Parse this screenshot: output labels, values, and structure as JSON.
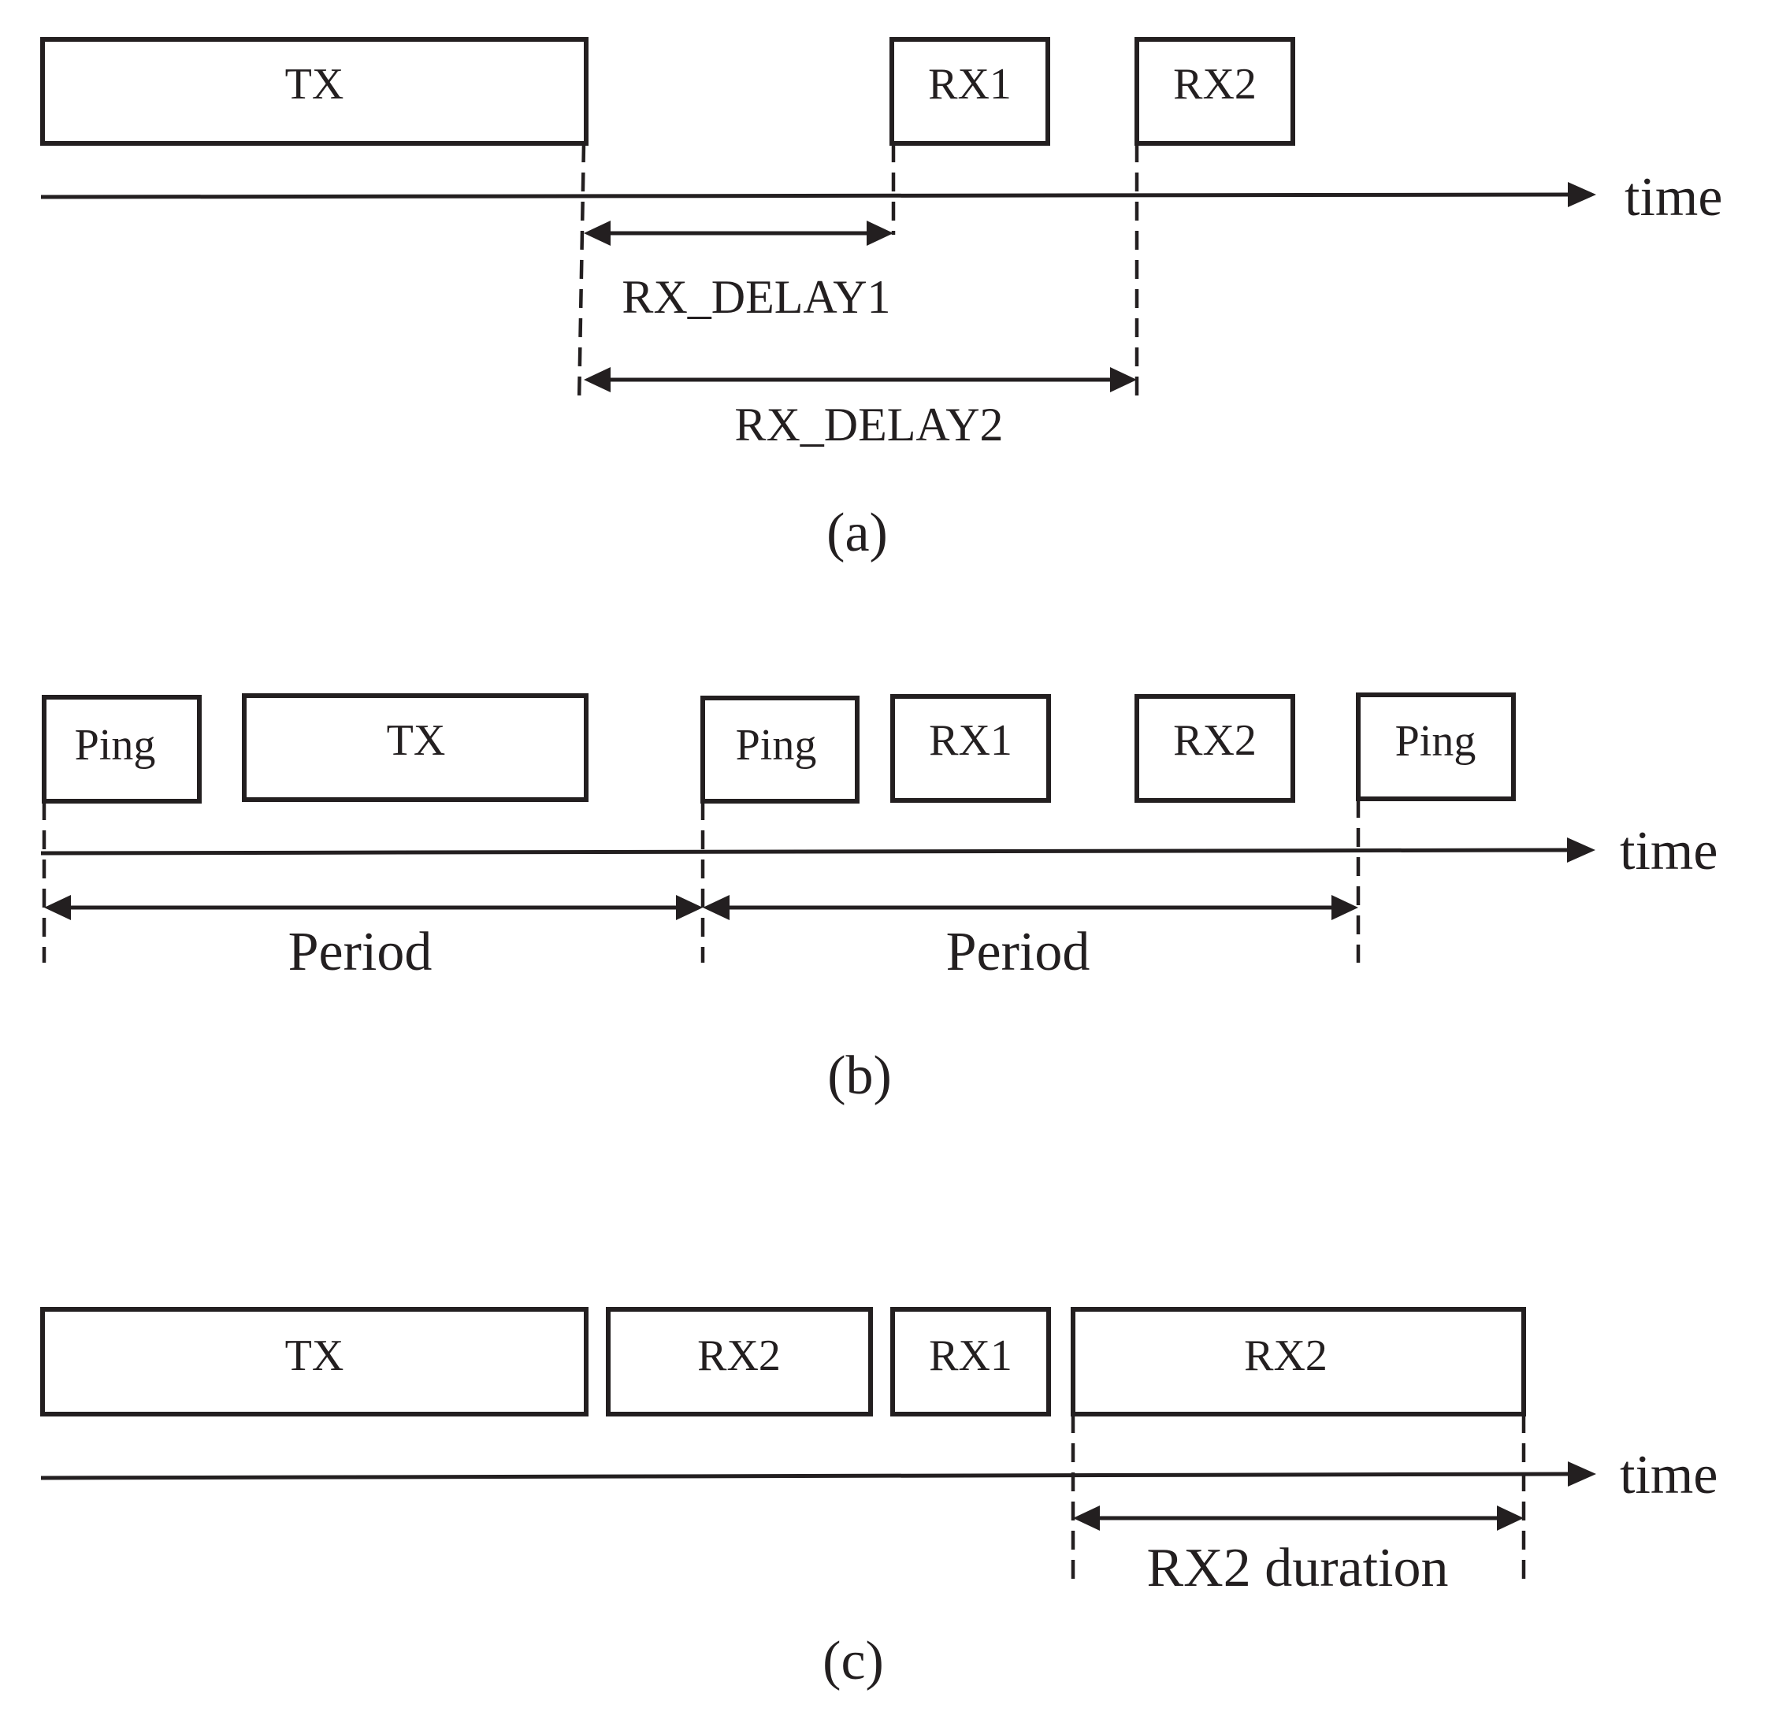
{
  "axis_label": "time",
  "panel_a": {
    "boxes": {
      "tx": "TX",
      "rx1": "RX1",
      "rx2": "RX2"
    },
    "dims": {
      "delay1": "RX_DELAY1",
      "delay2": "RX_DELAY2"
    },
    "caption": "(a)"
  },
  "panel_b": {
    "boxes": {
      "ping1": "Ping",
      "tx": "TX",
      "ping2": "Ping",
      "rx1": "RX1",
      "rx2": "RX2",
      "ping3": "Ping"
    },
    "dims": {
      "period1": "Period",
      "period2": "Period"
    },
    "caption": "(b)"
  },
  "panel_c": {
    "boxes": {
      "tx": "TX",
      "rx2_first": "RX2",
      "rx1": "RX1",
      "rx2_second": "RX2"
    },
    "dims": {
      "rx2_duration": "RX2 duration"
    },
    "caption": "(c)"
  }
}
